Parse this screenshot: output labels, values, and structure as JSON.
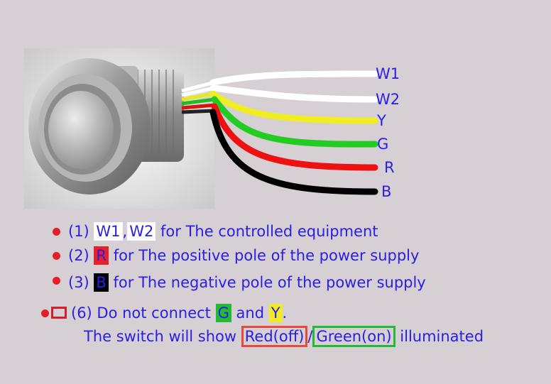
{
  "wires": [
    {
      "label": "W1",
      "color": "#ffffff"
    },
    {
      "label": "W2",
      "color": "#ffffff"
    },
    {
      "label": "Y",
      "color": "#eeee22"
    },
    {
      "label": "G",
      "color": "#22cc22"
    },
    {
      "label": "R",
      "color": "#ee1111"
    },
    {
      "label": "B",
      "color": "#000000"
    }
  ],
  "notes": {
    "n1": {
      "prefix": "(1) ",
      "w1": "W1",
      "sep": ",",
      "w2": "W2",
      "text": " for  The controlled equipment"
    },
    "n2": {
      "prefix": "(2) ",
      "r": "R",
      "text": " for The positive pole of the power supply"
    },
    "n3": {
      "prefix": "(3) ",
      "b": "B",
      "text": " for The negative pole of the power supply"
    },
    "n6": {
      "prefix": "(6) Do not connect ",
      "g": "G",
      "and": " and ",
      "y": "Y",
      "end": ".",
      "line2_prefix": "The switch will show ",
      "red": "Red(off)",
      "slash": "/",
      "green": "Green(on)",
      "suffix": " illuminated"
    }
  }
}
